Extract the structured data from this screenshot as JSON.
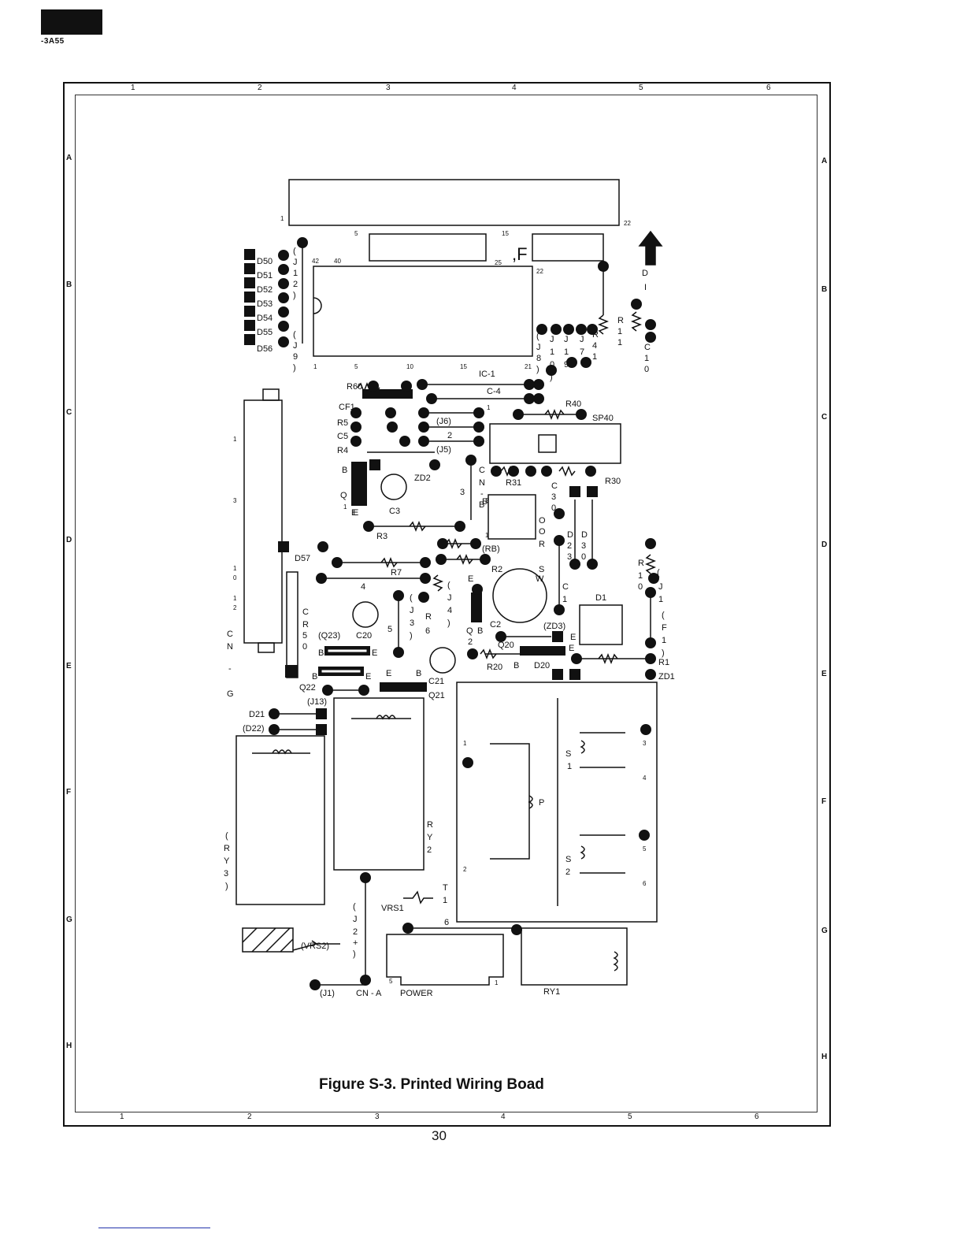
{
  "header": {
    "model": "-3A55"
  },
  "frame": {
    "columns": [
      "1",
      "2",
      "3",
      "4",
      "5",
      "6"
    ],
    "rows": [
      "A",
      "B",
      "C",
      "D",
      "E",
      "F",
      "G",
      "H"
    ]
  },
  "caption": "Figure S-3. Printed Wiring Boad",
  "page_number": "30",
  "components": {
    "display_pins": {
      "p1": "1",
      "p22": "22",
      "p5": "5",
      "p15": "15",
      "p25": "25",
      "f": ",F",
      "p22b": "22"
    },
    "ic1": {
      "label": "IC-1",
      "p42": "42",
      "p40": "40",
      "p1": "1",
      "p5": "5",
      "p10": "10",
      "p15": "15",
      "p21": "21"
    },
    "leds": [
      "D50",
      "D51",
      "D52",
      "D53",
      "D54",
      "D55",
      "D56"
    ],
    "jumpers_left": [
      "(",
      "J",
      "1",
      "2",
      ")",
      "(",
      "J",
      "9",
      ")"
    ],
    "j_cols": [
      "J",
      "1",
      "0",
      ")",
      "J",
      "1",
      "9",
      "J",
      "7",
      "R",
      "4",
      "1"
    ],
    "j8": [
      "(",
      "J",
      "8",
      ")"
    ],
    "r40": "R40",
    "sp40": "SP40",
    "r60": "R60",
    "c4": "C-4",
    "cf1": "CF1",
    "r5": "R5",
    "c5": "C5",
    "r4": "R4",
    "j6": "(J6)",
    "j5": "(J5)",
    "j_mid": "2",
    "one": "1",
    "d1_top": [
      "D",
      "I"
    ],
    "r11": [
      "R",
      "1",
      "1"
    ],
    "c10": [
      "C",
      "1",
      "0"
    ],
    "q1": [
      "B",
      "Q",
      "1",
      "E"
    ],
    "zd2": "ZD2",
    "c3": "C3",
    "r3": "R3",
    "cn_b": [
      "C",
      "N",
      "-",
      "B"
    ],
    "cn_b_n2": "2",
    "cn_b_n1": "1",
    "cn_b_n3": "3",
    "r31": "R31",
    "r30": "R30",
    "c30": [
      "C",
      "3",
      "0"
    ],
    "oor": [
      "O",
      "O",
      "R"
    ],
    "d23": [
      "D",
      "2",
      "3"
    ],
    "d30": [
      "D",
      "3",
      "0"
    ],
    "rb": "(RB)",
    "r7": "R7",
    "r2": "R2",
    "four": "4",
    "d57": "D57",
    "cn_left": [
      "1",
      "3",
      "1",
      "0",
      "1",
      "2"
    ],
    "cn_g": [
      "C",
      "N",
      "-",
      "G"
    ],
    "cr50": [
      "C",
      "R",
      "5",
      "0"
    ],
    "q23": "(Q23)",
    "c20": "C20",
    "five": "5",
    "j3": [
      "(",
      "J",
      "3",
      ")"
    ],
    "r6": [
      "R",
      "6"
    ],
    "j4": [
      "(",
      "J",
      "4",
      ")"
    ],
    "qb2": [
      "Q",
      "B",
      "2"
    ],
    "c2": "C2",
    "c1": [
      "C",
      "1"
    ],
    "sw": [
      "S",
      "W"
    ],
    "d1": "D1",
    "r10": [
      "R",
      "1",
      "0"
    ],
    "jf11": [
      "(",
      "J",
      "F",
      "1",
      "1",
      ")"
    ],
    "zd3": "(ZD3)",
    "q20": "Q20",
    "r20": "R20",
    "d20": "D20",
    "r1": "R1",
    "zd1": "ZD1",
    "q22": "Q22",
    "c21": "C21",
    "q21": "Q21",
    "j13": "(J13)",
    "d21": "D21",
    "d22": "(D22)",
    "ry3": [
      "(",
      "R",
      "Y",
      "3",
      ")"
    ],
    "ry2": [
      "R",
      "Y",
      "2"
    ],
    "t1_label": [
      "T",
      "1"
    ],
    "transformer_pins": [
      "1",
      "2",
      "3",
      "4",
      "5",
      "6"
    ],
    "p": "P",
    "s1": [
      "S",
      "1"
    ],
    "s2": [
      "S",
      "2"
    ],
    "vrs1": "VRS1",
    "vrs2": "(VRS2)",
    "six": "6",
    "j2": [
      "(",
      "J",
      "2",
      "+",
      ")"
    ],
    "j1": "(J1)",
    "cna": "CN - A",
    "power": "POWER",
    "ry1": "RY1",
    "power_pins": [
      "5",
      "1"
    ],
    "letters_b": [
      "B",
      "B",
      "E",
      "E",
      "E",
      "E",
      "B",
      "E",
      "B",
      "E",
      "E",
      "B"
    ]
  }
}
